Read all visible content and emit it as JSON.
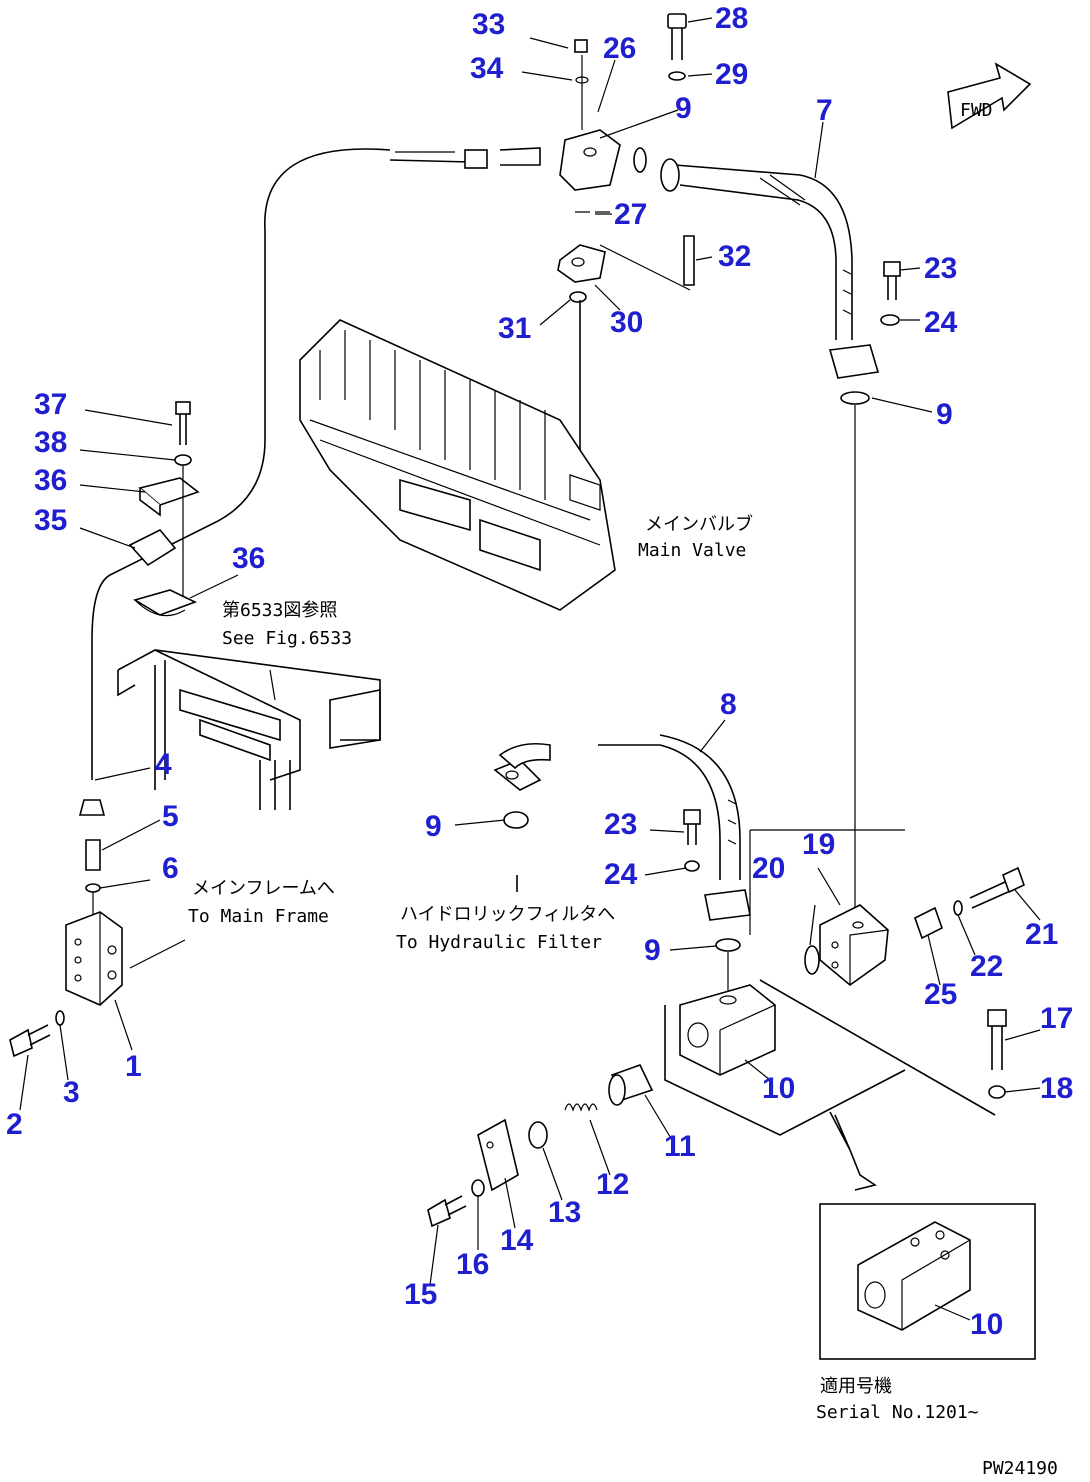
{
  "callouts": [
    {
      "id": "33",
      "text": "33"
    },
    {
      "id": "34",
      "text": "34"
    },
    {
      "id": "26",
      "text": "26"
    },
    {
      "id": "28",
      "text": "28"
    },
    {
      "id": "29",
      "text": "29"
    },
    {
      "id": "9a",
      "text": "9"
    },
    {
      "id": "7",
      "text": "7"
    },
    {
      "id": "27",
      "text": "27"
    },
    {
      "id": "32",
      "text": "32"
    },
    {
      "id": "23a",
      "text": "23"
    },
    {
      "id": "24a",
      "text": "24"
    },
    {
      "id": "31",
      "text": "31"
    },
    {
      "id": "30",
      "text": "30"
    },
    {
      "id": "9b",
      "text": "9"
    },
    {
      "id": "37",
      "text": "37"
    },
    {
      "id": "38",
      "text": "38"
    },
    {
      "id": "36a",
      "text": "36"
    },
    {
      "id": "35",
      "text": "35"
    },
    {
      "id": "36b",
      "text": "36"
    },
    {
      "id": "8",
      "text": "8"
    },
    {
      "id": "4",
      "text": "4"
    },
    {
      "id": "5",
      "text": "5"
    },
    {
      "id": "6",
      "text": "6"
    },
    {
      "id": "9c",
      "text": "9"
    },
    {
      "id": "23b",
      "text": "23"
    },
    {
      "id": "24b",
      "text": "24"
    },
    {
      "id": "20",
      "text": "20"
    },
    {
      "id": "19",
      "text": "19"
    },
    {
      "id": "9d",
      "text": "9"
    },
    {
      "id": "21",
      "text": "21"
    },
    {
      "id": "22",
      "text": "22"
    },
    {
      "id": "25",
      "text": "25"
    },
    {
      "id": "1",
      "text": "1"
    },
    {
      "id": "2",
      "text": "2"
    },
    {
      "id": "3",
      "text": "3"
    },
    {
      "id": "17",
      "text": "17"
    },
    {
      "id": "18",
      "text": "18"
    },
    {
      "id": "10a",
      "text": "10"
    },
    {
      "id": "11",
      "text": "11"
    },
    {
      "id": "12",
      "text": "12"
    },
    {
      "id": "13",
      "text": "13"
    },
    {
      "id": "14",
      "text": "14"
    },
    {
      "id": "16",
      "text": "16"
    },
    {
      "id": "15",
      "text": "15"
    },
    {
      "id": "10b",
      "text": "10"
    }
  ],
  "notes": {
    "fwd": "FWD",
    "main_valve_jp": "メインバルブ",
    "main_valve_en": "Main Valve",
    "see_fig_jp": "第6533図参照",
    "see_fig_en": "See Fig.6533",
    "main_frame_jp": "メインフレームへ",
    "main_frame_en": "To Main Frame",
    "hyd_filter_jp": "ハイドロリックフィルタへ",
    "hyd_filter_en": "To Hydraulic Filter",
    "serial_jp": "適用号機",
    "serial_en": "Serial No.1201~",
    "drawing_code": "PW24190"
  },
  "colors": {
    "callout": "#1f1fd0",
    "line": "#000000",
    "background": "#ffffff"
  }
}
